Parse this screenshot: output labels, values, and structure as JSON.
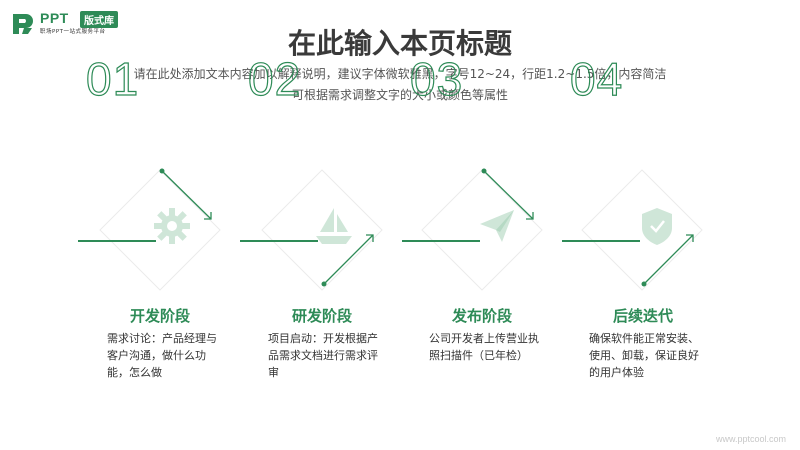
{
  "brand": {
    "name": "PPT",
    "badge": "版式库",
    "tagline": "职场PPT一站式服务平台",
    "accent": "#2e8b57"
  },
  "header": {
    "title": "在此输入本页标题",
    "subtitle_line1": "请在此处添加文本内容加以解释说明，建议字体微软雅黑，字号12~24，行距1.2~1.5倍，内容简洁",
    "subtitle_line2": "可根据需求调整文字的大小或颜色等属性"
  },
  "stages": [
    {
      "number": "01",
      "title": "开发阶段",
      "icon": "gear-icon",
      "desc": "需求讨论：产品经理与客户沟通，做什么功能，怎么做"
    },
    {
      "number": "02",
      "title": "研发阶段",
      "icon": "sailboat-icon",
      "desc": "项目启动：开发根据产品需求文档进行需求评审"
    },
    {
      "number": "03",
      "title": "发布阶段",
      "icon": "paper-plane-icon",
      "desc": "公司开发者上传营业执照扫描件（已年检）"
    },
    {
      "number": "04",
      "title": "后续迭代",
      "icon": "shield-icon",
      "desc": "确保软件能正常安装、使用、卸载，保证良好的用户体验"
    }
  ],
  "footer": {
    "watermark": "www.pptcool.com"
  }
}
